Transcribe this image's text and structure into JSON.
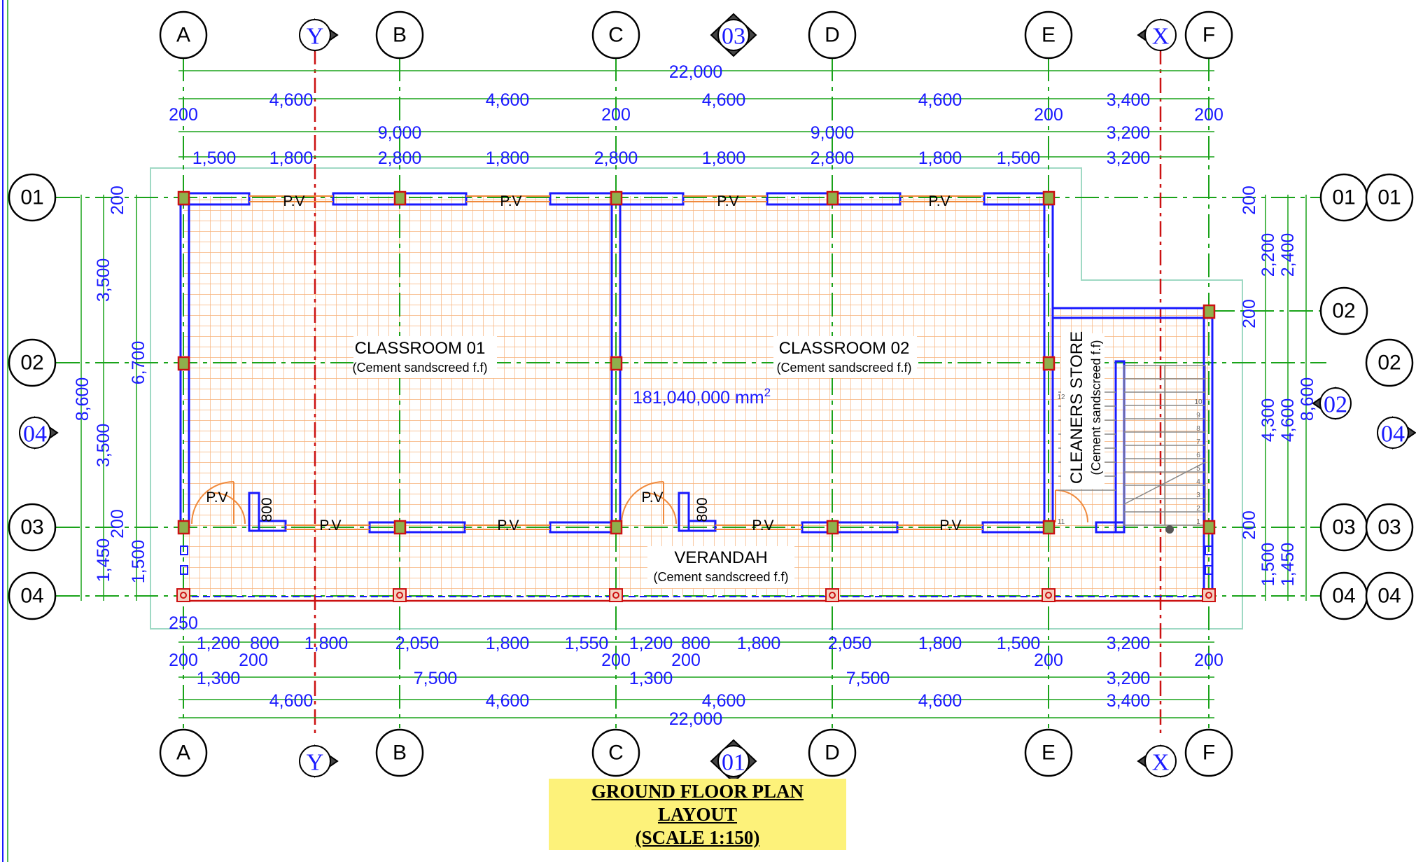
{
  "title": {
    "line1": "GROUND FLOOR PLAN",
    "line2": "LAYOUT",
    "line3": "(SCALE 1:150)"
  },
  "grid_columns": [
    "A",
    "B",
    "C",
    "D",
    "E",
    "F"
  ],
  "grid_rows": [
    "01",
    "02",
    "03",
    "04"
  ],
  "section_markers": {
    "y": "Y",
    "x": "X",
    "top": "03",
    "bottom": "01",
    "left": "04",
    "right": "04",
    "right_inner": "02"
  },
  "top_dimensions": {
    "overall": "22,000",
    "bays": [
      "4,600",
      "4,600",
      "4,600",
      "4,600",
      "3,400"
    ],
    "col_widths": [
      "200",
      "200",
      "200",
      "200"
    ],
    "halves": [
      "9,000",
      "9,000",
      "3,200"
    ],
    "openings": [
      "1,500",
      "1,800",
      "2,800",
      "1,800",
      "2,800",
      "1,800",
      "2,800",
      "1,800",
      "1,500",
      "3,200"
    ]
  },
  "bottom_dimensions": {
    "edge": "250",
    "openings": [
      "1,200",
      "800",
      "1,800",
      "2,050",
      "1,800",
      "1,550",
      "1,200",
      "800",
      "1,800",
      "2,050",
      "1,800",
      "1,500",
      "3,200"
    ],
    "col_widths": [
      "200",
      "200",
      "200",
      "200",
      "200",
      "200"
    ],
    "halves": [
      "1,300",
      "7,500",
      "1,300",
      "7,500",
      "3,200"
    ],
    "bays": [
      "4,600",
      "4,600",
      "4,600",
      "4,600",
      "3,400"
    ],
    "overall": "22,000"
  },
  "left_dimensions": {
    "col_top": "200",
    "segments": [
      "3,500",
      "3,500"
    ],
    "col_mid": "200",
    "bottom_a": "1,500",
    "bottom_b": "1,450",
    "total_a": "6,700",
    "total_b": "8,600"
  },
  "right_dimensions": {
    "top": "200",
    "upper_a": "2,200",
    "upper_b": "2,400",
    "mid": "200",
    "lower_a": "4,300",
    "lower_b": "4,600",
    "total": "8,600",
    "bottom_col": "200",
    "bottom_a": "1,500",
    "bottom_b": "1,450"
  },
  "rooms": {
    "classroom1": {
      "name": "CLASSROOM 01",
      "finish": "(Cement sandscreed  f.f)"
    },
    "classroom2": {
      "name": "CLASSROOM 02",
      "finish": "(Cement sandscreed  f.f)"
    },
    "verandah": {
      "name": "VERANDAH",
      "finish": "(Cement sandscreed  f.f)"
    },
    "store": {
      "name": "CLEANERS STORE",
      "finish": "(Cement sandscreed  f.f)"
    }
  },
  "area_label": "181,040,000 mm",
  "area_sup": "2",
  "window_label": "P.V",
  "door_width": "800",
  "stair_numbers": [
    "1",
    "2",
    "3",
    "4",
    "5",
    "6",
    "7",
    "8",
    "9",
    "10",
    "11",
    "12"
  ],
  "colors": {
    "wall": "#1a1aff",
    "grid_line": "#1aa31a",
    "section_line": "#cc1111",
    "floor_grid": "#f7b27a",
    "title_bg": "#fdf27a"
  }
}
